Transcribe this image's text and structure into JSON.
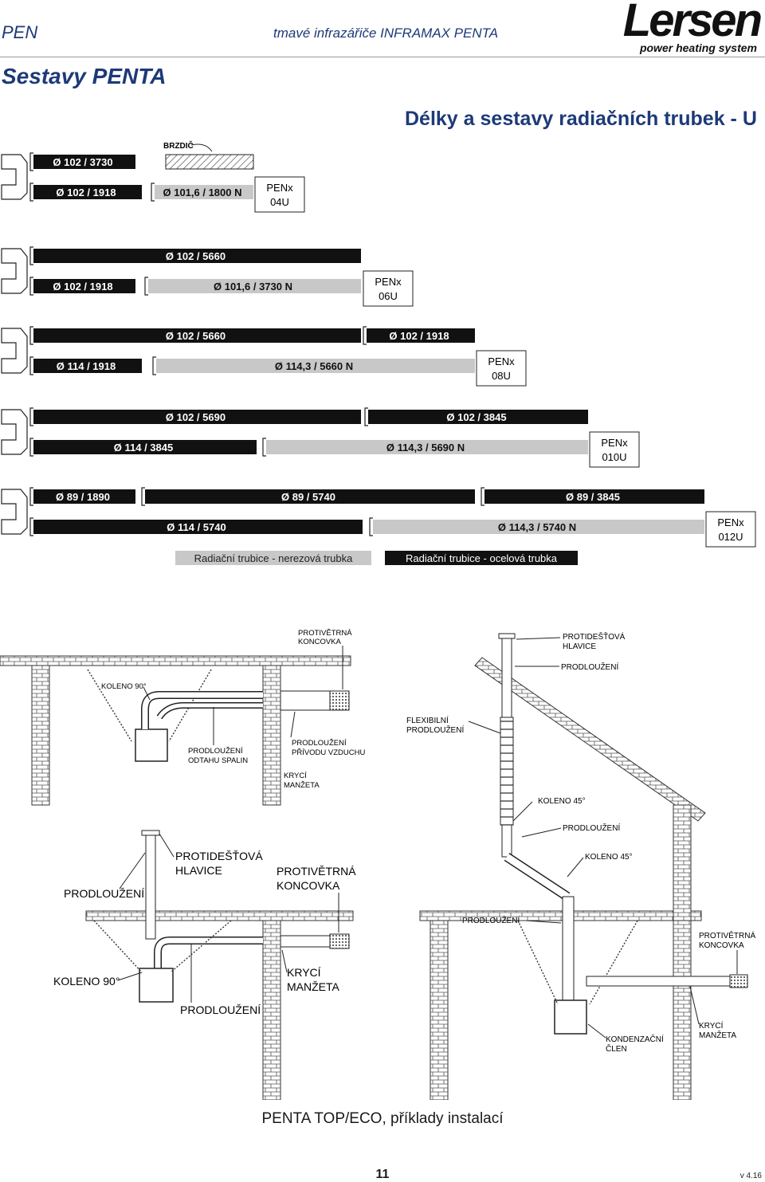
{
  "header": {
    "model": "PEN",
    "product": "tmavé infrazářiče INFRAMAX PENTA",
    "brand": "Lersen",
    "brand_tagline": "power heating system"
  },
  "section_title": "Sestavy PENTA",
  "heading": "Délky a sestavy radiačních trubek - U",
  "assemblies": [
    {
      "id": "PENx 04U",
      "model_line1": "PENx",
      "model_line2": "04U",
      "top_tubes": [
        "Ø 102 / 3730"
      ],
      "brake_label": "BRZDIČ",
      "bottom_tubes": [
        "Ø 102 / 1918",
        "Ø 101,6 / 1800 N"
      ]
    },
    {
      "id": "PENx 06U",
      "model_line1": "PENx",
      "model_line2": "06U",
      "top_tubes": [
        "Ø 102 / 5660"
      ],
      "bottom_tubes": [
        "Ø 102 / 1918",
        "Ø 101,6 / 3730 N"
      ]
    },
    {
      "id": "PENx 08U",
      "model_line1": "PENx",
      "model_line2": "08U",
      "top_tubes": [
        "Ø 102 / 5660",
        "Ø 102 / 1918"
      ],
      "bottom_tubes": [
        "Ø 114 / 1918",
        "Ø 114,3 / 5660 N"
      ]
    },
    {
      "id": "PENx 010U",
      "model_line1": "PENx",
      "model_line2": "010U",
      "top_tubes": [
        "Ø 102 / 5690",
        "Ø 102 / 3845"
      ],
      "bottom_tubes": [
        "Ø 114 / 3845",
        "Ø 114,3 / 5690 N"
      ]
    },
    {
      "id": "PENx 012U",
      "model_line1": "PENx",
      "model_line2": "012U",
      "top_tubes": [
        "Ø 89 / 1890",
        "Ø 89 / 5740",
        "Ø 89 / 3845"
      ],
      "bottom_tubes": [
        "Ø 114 / 5740",
        "Ø 114,3 / 5740 N"
      ]
    }
  ],
  "legend": {
    "stainless": "Radiační trubice - nerezová trubka",
    "steel": "Radiační trubice - ocelová trubka",
    "stainless_color": "#c8c8c8",
    "steel_color": "#111111"
  },
  "installation_labels": {
    "d1_wind_end": [
      "PROTIVĚTRNÁ",
      "KONCOVKA"
    ],
    "d1_elbow": "KOLENO 90°",
    "d1_flue_ext": [
      "PRODLOUŽENÍ",
      "ODTAHU SPALIN"
    ],
    "d1_air_ext": [
      "PRODLOUŽENÍ",
      "PŘÍVODU VZDUCHU"
    ],
    "d1_collar": [
      "KRYCÍ",
      "MANŽETA"
    ],
    "d2_rain_cap": [
      "PROTIDEŠŤOVÁ",
      "HLAVICE"
    ],
    "d2_ext1": "PRODLOUŽENÍ",
    "d2_flex": [
      "FLEXIBILNÍ",
      "PRODLOUŽENÍ"
    ],
    "d2_elbow45a": "KOLENO 45°",
    "d2_ext2": "PRODLOUŽENÍ",
    "d2_elbow45b": "KOLENO 45°",
    "d2_ext3": "PRODLOUŽENÍ",
    "d2_wind_end": [
      "PROTIVĚTRNÁ",
      "KONCOVKA"
    ],
    "d2_condensate": [
      "KONDENZAČNÍ",
      "ČLEN"
    ],
    "d2_collar": [
      "KRYCÍ",
      "MANŽETA"
    ],
    "d3_ext1": "PRODLOUŽENÍ",
    "d3_rain_cap": [
      "PROTIDEŠŤOVÁ",
      "HLAVICE"
    ],
    "d3_wind_end": [
      "PROTIVĚTRNÁ",
      "KONCOVKA"
    ],
    "d3_elbow": "KOLENO 90°",
    "d3_collar": [
      "KRYCÍ",
      "MANŽETA"
    ],
    "d3_ext2": "PRODLOUŽENÍ"
  },
  "caption": "PENTA TOP/ECO, příklady instalací",
  "page_number": "11",
  "version": "v 4.16",
  "icons": {
    "u_bend": "u-bend-icon",
    "brick_wall": "brick-wall-icon"
  }
}
